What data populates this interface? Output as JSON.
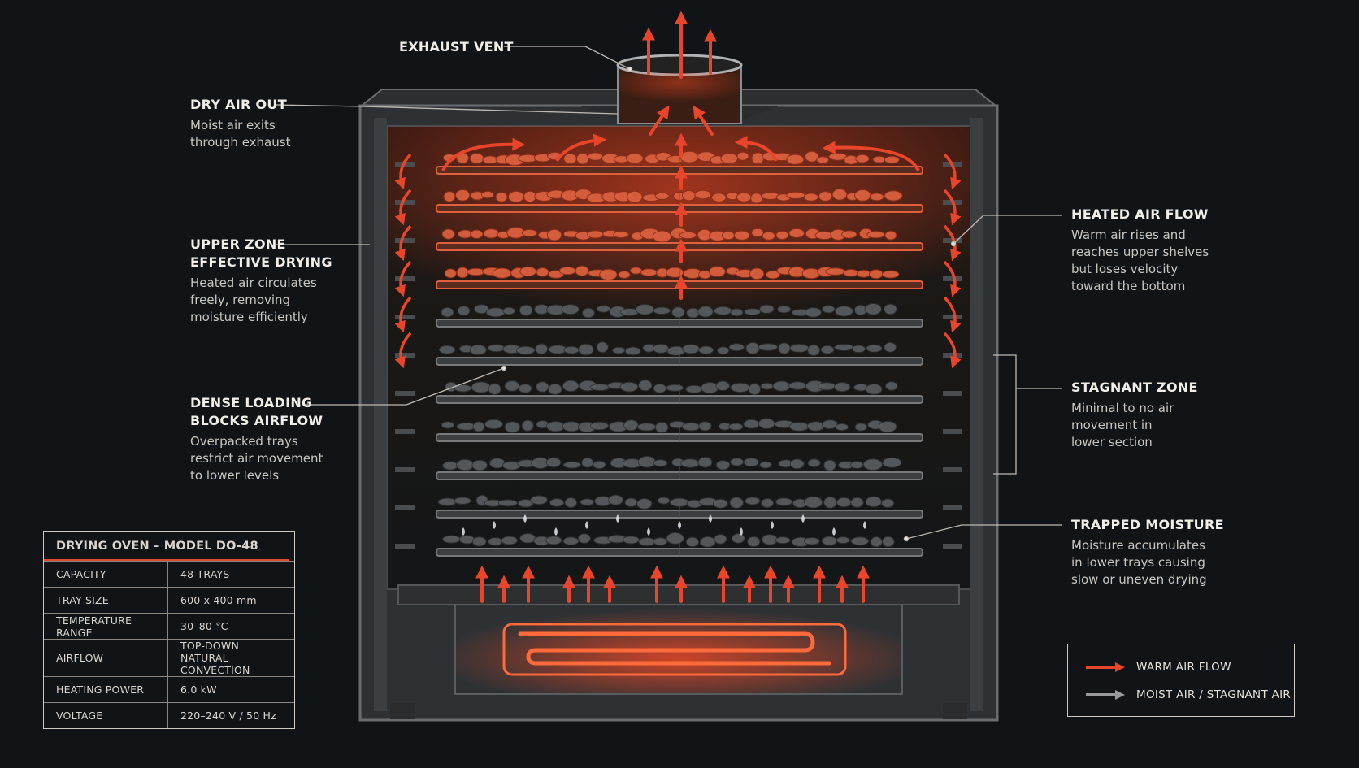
{
  "callouts": {
    "exhaust_vent": {
      "title": "EXHAUST VENT"
    },
    "dry_air_out": {
      "title": "DRY AIR OUT",
      "desc": [
        "Moist air exits",
        "through exhaust"
      ]
    },
    "upper_zone": {
      "title": [
        "UPPER ZONE",
        "EFFECTIVE DRYING"
      ],
      "desc": [
        "Heated air circulates",
        "freely, removing",
        "moisture efficiently"
      ]
    },
    "dense_loading": {
      "title": [
        "DENSE LOADING",
        "BLOCKS AIRFLOW"
      ],
      "desc": [
        "Overpacked trays",
        "restrict air movement",
        "to lower levels"
      ]
    },
    "heated_air_flow": {
      "title": "HEATED AIR FLOW",
      "desc": [
        "Warm air rises and",
        "reaches upper shelves",
        "but loses velocity",
        "toward the bottom"
      ]
    },
    "stagnant_zone": {
      "title": "STAGNANT ZONE",
      "desc": [
        "Minimal to no air",
        "movement in",
        "lower section"
      ]
    },
    "trapped_moisture": {
      "title": "TRAPPED MOISTURE",
      "desc": [
        "Moisture accumulates",
        "in lower trays causing",
        "slow or uneven drying"
      ]
    }
  },
  "specs": {
    "title": "DRYING OVEN – MODEL DO-48",
    "rows": [
      {
        "label": "CAPACITY",
        "value": "48 TRAYS"
      },
      {
        "label": "TRAY SIZE",
        "value": "600 x 400 mm"
      },
      {
        "label": "TEMPERATURE RANGE",
        "value": "30–80 °C"
      },
      {
        "label": "AIRFLOW",
        "value": [
          "TOP-DOWN NATURAL",
          "CONVECTION"
        ]
      },
      {
        "label": "HEATING POWER",
        "value": "6.0 kW"
      },
      {
        "label": "VOLTAGE",
        "value": "220–240 V / 50 Hz"
      }
    ]
  },
  "legend": {
    "warm": {
      "label": "WARM AIR FLOW",
      "color": "#e8452a"
    },
    "moist": {
      "label": "MOIST AIR / STAGNANT AIR",
      "color": "#9a9a9a"
    }
  },
  "diagram": {
    "tray_count": 11,
    "warm_trays": 4,
    "moisture_trays": 1,
    "colors": {
      "cabinet": "#3a3d40",
      "cabinet_edge": "#5e6164",
      "interior": "#16181a",
      "tray": "#77797b",
      "food_warm": "#d9603e",
      "food_cold": "#5b5e61",
      "glow": "#ff4a24",
      "heater": "#ff6a3a"
    }
  }
}
